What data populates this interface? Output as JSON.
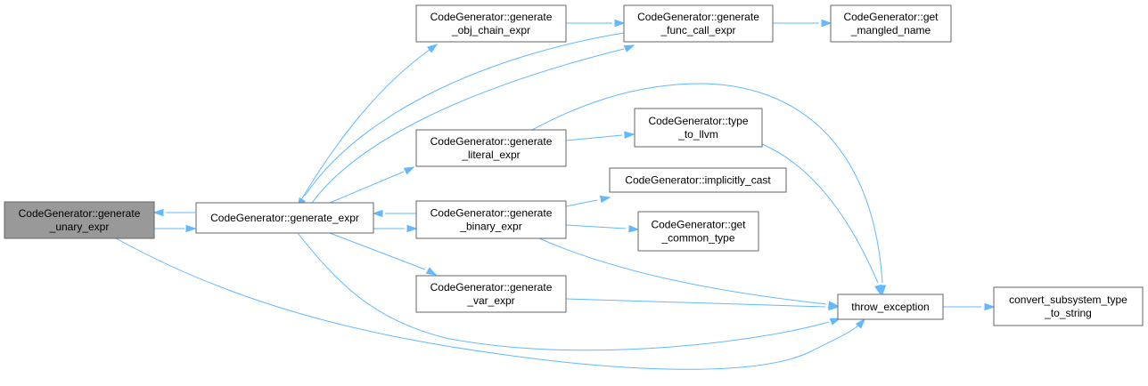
{
  "diagram": {
    "type": "call-graph",
    "edge_color": "#63b8ff",
    "root_fill": "#999999",
    "nodes": [
      {
        "id": "unary",
        "lines": [
          "CodeGenerator::generate",
          "_unary_expr"
        ],
        "root": true
      },
      {
        "id": "gen_expr",
        "lines": [
          "CodeGenerator::generate_expr"
        ]
      },
      {
        "id": "obj_chain",
        "lines": [
          "CodeGenerator::generate",
          "_obj_chain_expr"
        ]
      },
      {
        "id": "func_call",
        "lines": [
          "CodeGenerator::generate",
          "_func_call_expr"
        ]
      },
      {
        "id": "mangled",
        "lines": [
          "CodeGenerator::get",
          "_mangled_name"
        ]
      },
      {
        "id": "literal",
        "lines": [
          "CodeGenerator::generate",
          "_literal_expr"
        ]
      },
      {
        "id": "type_llvm",
        "lines": [
          "CodeGenerator::type",
          "_to_llvm"
        ]
      },
      {
        "id": "impl_cast",
        "lines": [
          "CodeGenerator::implicitly_cast"
        ]
      },
      {
        "id": "binary",
        "lines": [
          "CodeGenerator::generate",
          "_binary_expr"
        ]
      },
      {
        "id": "common",
        "lines": [
          "CodeGenerator::get",
          "_common_type"
        ]
      },
      {
        "id": "var_expr",
        "lines": [
          "CodeGenerator::generate",
          "_var_expr"
        ]
      },
      {
        "id": "throw",
        "lines": [
          "throw_exception"
        ]
      },
      {
        "id": "convert",
        "lines": [
          "convert_subsystem_type",
          "_to_string"
        ]
      }
    ],
    "edges": [
      {
        "id": "unary-gen_expr",
        "from": "unary",
        "to": "gen_expr"
      },
      {
        "id": "gen_expr-unary",
        "from": "gen_expr",
        "to": "unary"
      },
      {
        "id": "unary-throw",
        "from": "unary",
        "to": "throw"
      },
      {
        "id": "gen_expr-obj_chain",
        "from": "gen_expr",
        "to": "obj_chain"
      },
      {
        "id": "gen_expr-func_call",
        "from": "gen_expr",
        "to": "func_call"
      },
      {
        "id": "func_call-gen_expr",
        "from": "func_call",
        "to": "gen_expr"
      },
      {
        "id": "gen_expr-literal",
        "from": "gen_expr",
        "to": "literal"
      },
      {
        "id": "gen_expr-binary",
        "from": "gen_expr",
        "to": "binary"
      },
      {
        "id": "binary-gen_expr",
        "from": "binary",
        "to": "gen_expr"
      },
      {
        "id": "gen_expr-var_expr",
        "from": "gen_expr",
        "to": "var_expr"
      },
      {
        "id": "gen_expr-throw",
        "from": "gen_expr",
        "to": "throw"
      },
      {
        "id": "obj_chain-func_call",
        "from": "obj_chain",
        "to": "func_call"
      },
      {
        "id": "func_call-mangled",
        "from": "func_call",
        "to": "mangled"
      },
      {
        "id": "literal-type_llvm",
        "from": "literal",
        "to": "type_llvm"
      },
      {
        "id": "literal-throw",
        "from": "literal",
        "to": "throw"
      },
      {
        "id": "type_llvm-throw",
        "from": "type_llvm",
        "to": "throw"
      },
      {
        "id": "binary-impl_cast",
        "from": "binary",
        "to": "impl_cast"
      },
      {
        "id": "binary-common",
        "from": "binary",
        "to": "common"
      },
      {
        "id": "binary-throw",
        "from": "binary",
        "to": "throw"
      },
      {
        "id": "var_expr-throw",
        "from": "var_expr",
        "to": "throw"
      },
      {
        "id": "throw-convert",
        "from": "throw",
        "to": "convert"
      }
    ]
  }
}
